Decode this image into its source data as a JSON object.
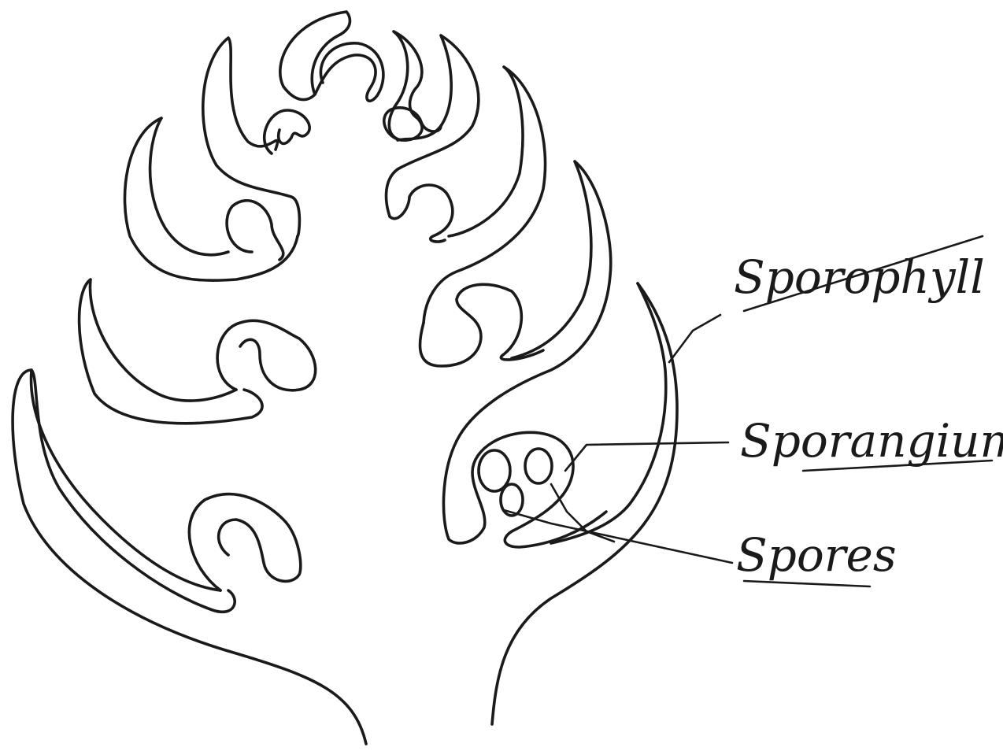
{
  "labels": {
    "sporophyll": "Sporophyll",
    "sporangium": "Sporangium",
    "spores": "Spores"
  }
}
